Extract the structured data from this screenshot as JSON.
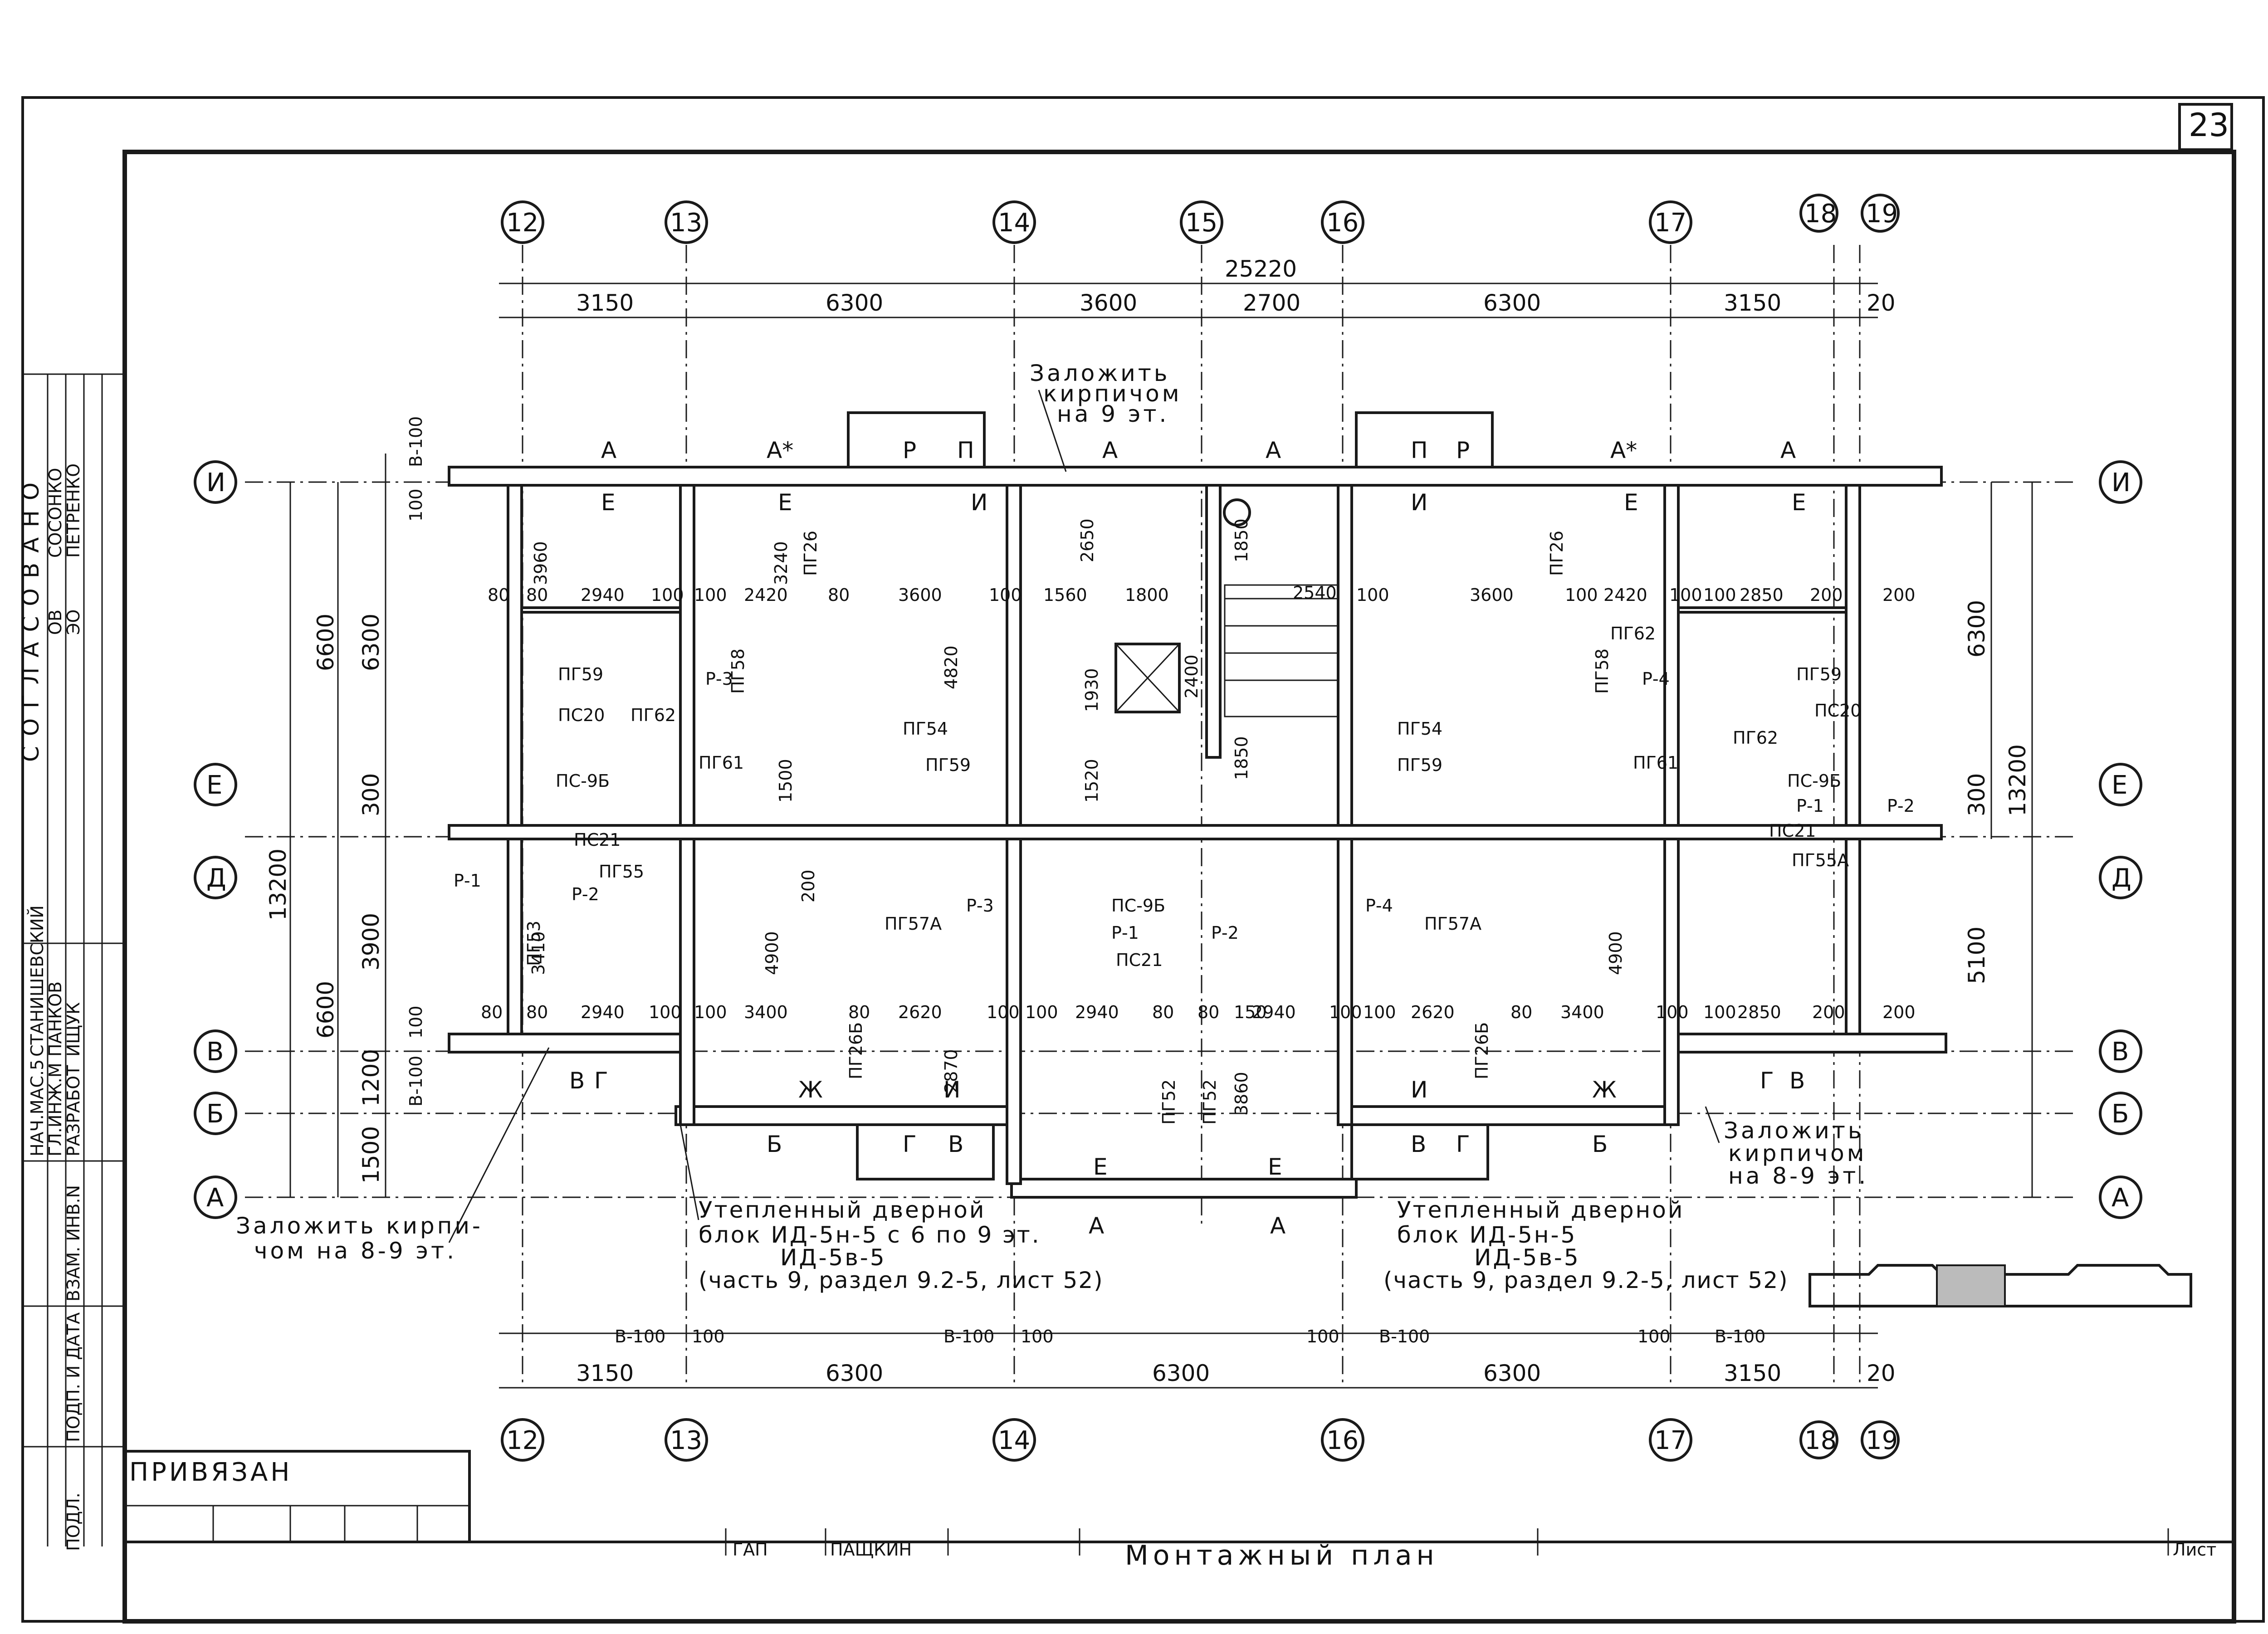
{
  "sheet_number": "23",
  "stamps": {
    "soglasovano": "СОГЛАСОВАНО",
    "rows": [
      {
        "dept": "ОВ",
        "name": "СОСОНКО"
      },
      {
        "dept": "ЭО",
        "name": "ПЕТРЕНКО"
      }
    ],
    "authors": [
      {
        "role": "НАЧ.МАС.5",
        "name": "СТАНИШЕВСКИЙ"
      },
      {
        "role": "ГЛ.ИНЖ.М",
        "name": "ПАНКОВ"
      },
      {
        "role": "РАЗРАБОТ",
        "name": "ИЩУК"
      }
    ],
    "side_labels": [
      "ВЗАМ. ИНВ.N",
      "ПОДП. И ДАТА",
      "ПОДЛ."
    ],
    "privyazan": "ПРИВЯЗАН"
  },
  "title_block": {
    "gap": "ГАП",
    "name": "ПАЩКИН",
    "title": "Монтажный план",
    "list": "Лист"
  },
  "axes": {
    "vertical_top": [
      "12",
      "13",
      "14",
      "15",
      "16",
      "17",
      "18",
      "19"
    ],
    "vertical_bottom": [
      "12",
      "13",
      "14",
      "16",
      "17",
      "18",
      "19"
    ],
    "horizontal_left": [
      "И",
      "Е",
      "Д",
      "В",
      "Б",
      "А"
    ],
    "horizontal_right": [
      "И",
      "Е",
      "Д",
      "В",
      "Б",
      "А"
    ]
  },
  "dimensions_top": {
    "overall": "25220",
    "spans": [
      "3150",
      "6300",
      "3600",
      "2700",
      "6300",
      "3150",
      "20"
    ]
  },
  "dimensions_bottom": {
    "spans": [
      "3150",
      "6300",
      "6300",
      "6300",
      "3150",
      "20"
    ],
    "offsets": [
      "В-100",
      "100",
      "В-100",
      "100",
      "100",
      "В-100",
      "100",
      "В-100"
    ]
  },
  "dimensions_left": [
    "6600",
    "6300",
    "300",
    "13200",
    "3900",
    "6600",
    "1200",
    "1500",
    "В-100",
    "100",
    "100",
    "В-100"
  ],
  "dimensions_right": [
    "6300",
    "300",
    "13200",
    "5100"
  ],
  "room_dims": {
    "row_top": [
      "80",
      "80",
      "2940",
      "100",
      "100",
      "2420",
      "80",
      "3600",
      "100",
      "1560",
      "1800",
      "2540",
      "100",
      "3600",
      "100",
      "2420",
      "100",
      "100",
      "2850",
      "200",
      "200"
    ],
    "row_bottom": [
      "80",
      "80",
      "2940",
      "100",
      "100",
      "3400",
      "80",
      "2620",
      "100",
      "100",
      "2940",
      "80",
      "80",
      "150",
      "2940",
      "100",
      "100",
      "2620",
      "80",
      "3400",
      "100",
      "100",
      "2850",
      "200",
      "200"
    ],
    "vertical": [
      "3960",
      "3240",
      "2650",
      "1850",
      "4820",
      "1930",
      "2400",
      "1850",
      "1520",
      "1500",
      "200",
      "4900",
      "3410",
      "3860",
      "2870",
      "4900"
    ]
  },
  "elements": {
    "panels": [
      "А",
      "А*",
      "Р",
      "П",
      "А",
      "А",
      "П",
      "Р",
      "А*",
      "А",
      "Е",
      "Е",
      "И",
      "И",
      "Е",
      "Е",
      "Ж",
      "И",
      "И",
      "Ж",
      "Б",
      "Г",
      "В",
      "Е",
      "Е",
      "В",
      "Г",
      "Б",
      "А",
      "А",
      "В",
      "Г",
      "Г",
      "В"
    ],
    "partitions": [
      "ПГ59",
      "ПС20",
      "ПГ62",
      "ПГ61",
      "ПС-9Б",
      "ПС21",
      "ПГ55",
      "Р-1",
      "Р-2",
      "Р-3",
      "ПГ58",
      "ПГ54",
      "ПГ59",
      "ПГ57А",
      "Р-3",
      "ПС-9Б",
      "ПС21",
      "Р-1",
      "ПГ52",
      "ПГ52",
      "Р-2",
      "ПГ26Б",
      "ПГ26",
      "ПГ62",
      "Р-4",
      "ПГ58",
      "ПГ54",
      "ПГ59",
      "ПГ57А",
      "Р-4",
      "ПГ26Б",
      "ПГ59",
      "ПС20",
      "ПГ62",
      "ПГ61",
      "ПС-9Б",
      "Р-1",
      "ПС21",
      "ПГ55А",
      "Р-2",
      "ПГ53",
      "ПГ26"
    ]
  },
  "notes": {
    "brick_top": [
      "Заложить",
      "кирпичом",
      "на 9 эт."
    ],
    "brick_left": [
      "Заложить кирпи-",
      "чом на 8-9 эт."
    ],
    "brick_right": [
      "Заложить",
      "кирпичом",
      "на 8-9 эт."
    ],
    "door_left": [
      "Утепленный дверной",
      "блок ИД-5н-5 с 6 по 9 эт.",
      "ИД-5в-5",
      "(часть 9, раздел 9.2-5, лист 52)"
    ],
    "door_right": [
      "Утепленный дверной",
      "блок ИД-5н-5",
      "ИД-5в-5",
      "(часть 9, раздел 9.2-5, лист 52)"
    ]
  },
  "colors": {
    "line": "#1a1a1a",
    "paper": "#ffffff"
  }
}
